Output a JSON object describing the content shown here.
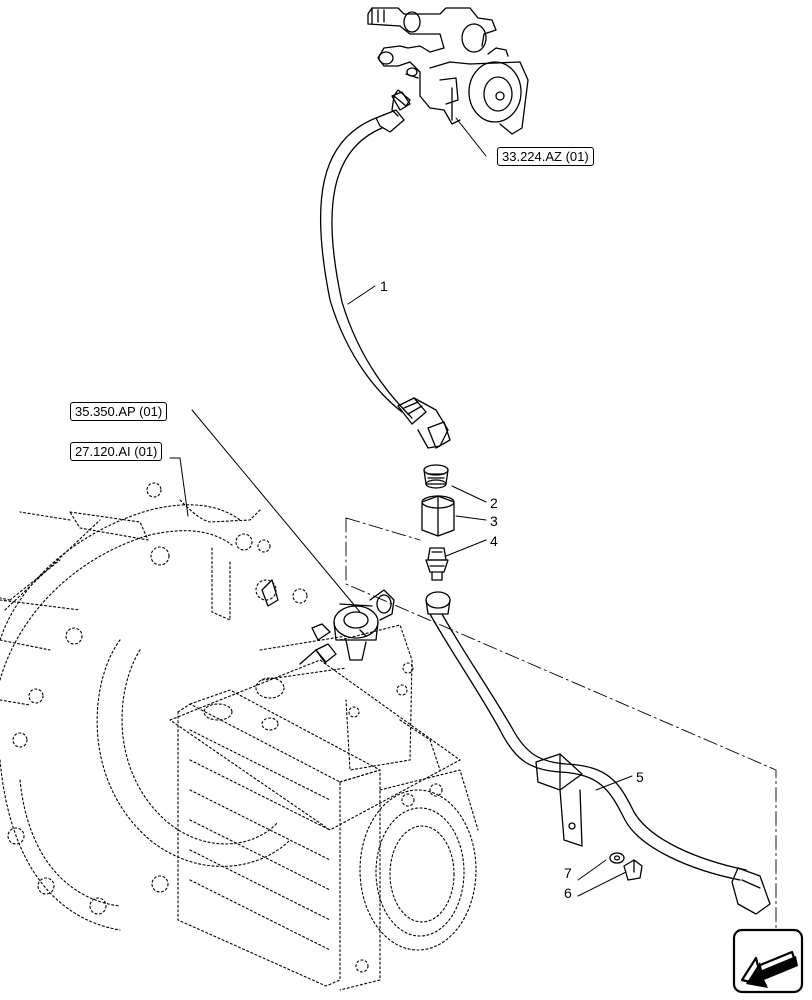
{
  "references": {
    "ref_valve": "33.224.AZ (01)",
    "ref_block": "35.350.AP (01)",
    "ref_housing": "27.120.AI (01)"
  },
  "callouts": [
    "1",
    "2",
    "3",
    "4",
    "5",
    "6",
    "7"
  ],
  "icons": {
    "nav": "previous-page-arrow-icon"
  }
}
